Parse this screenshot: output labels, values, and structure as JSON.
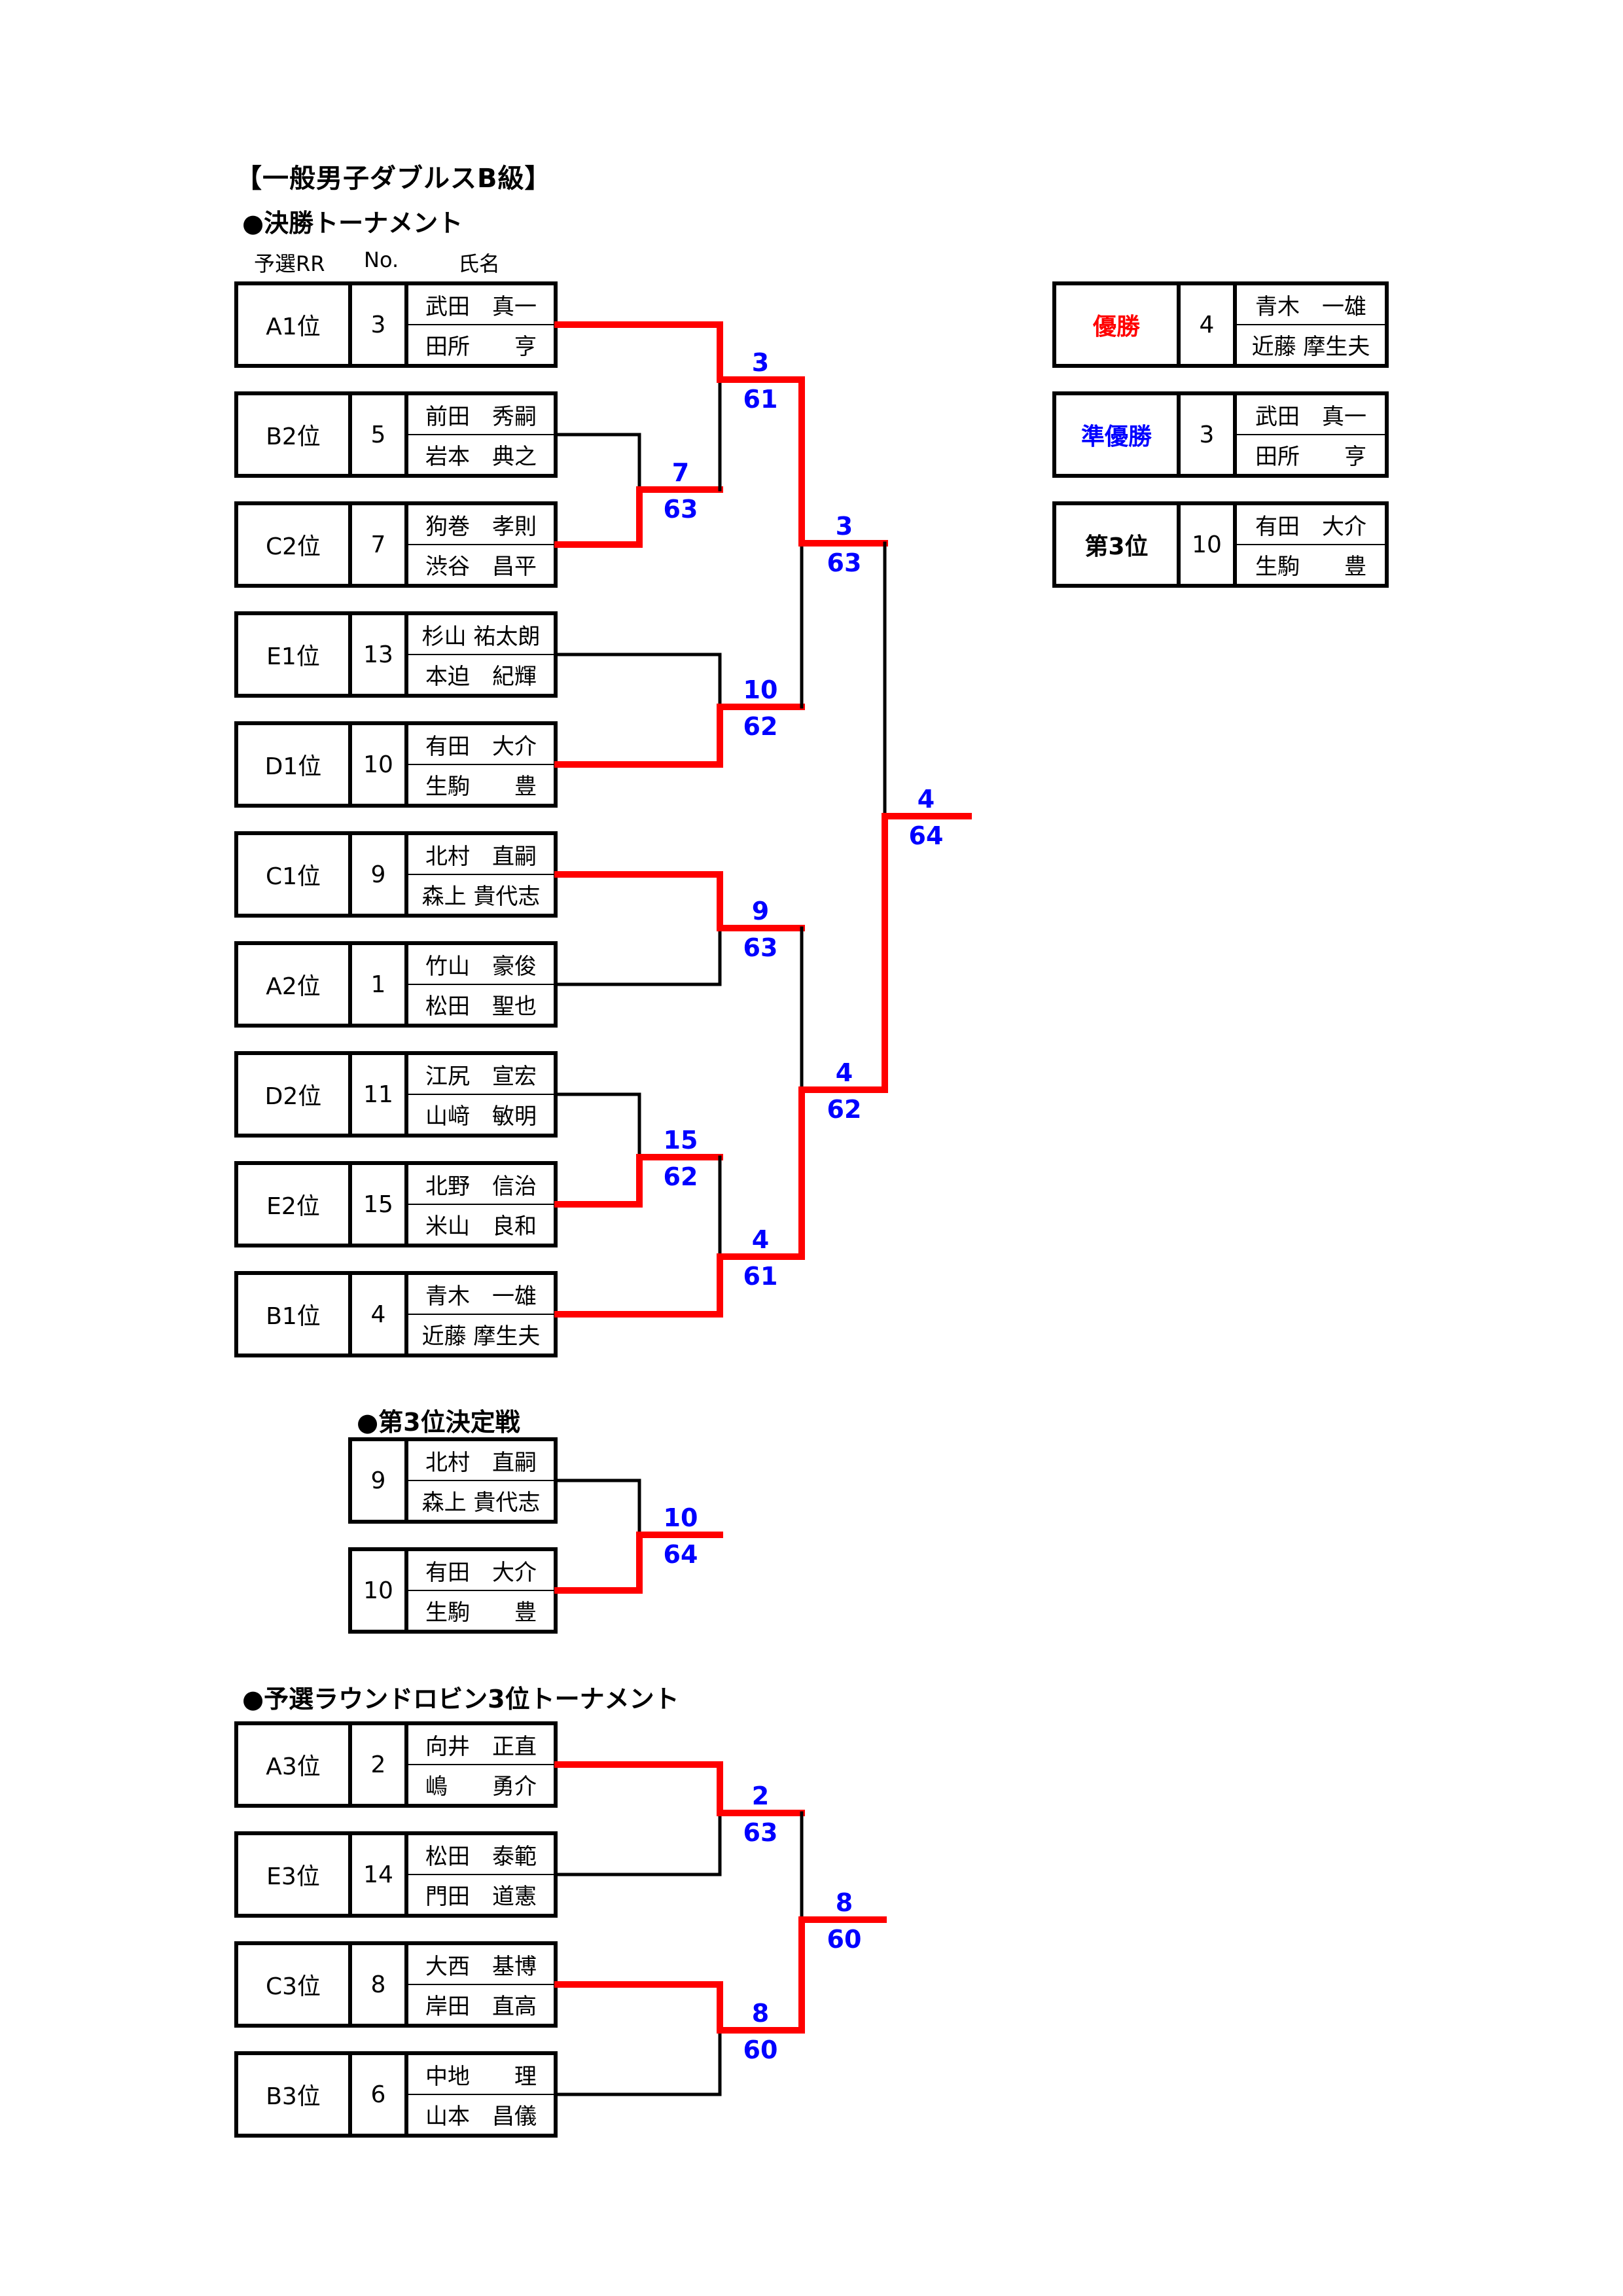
{
  "title": "【一般男子ダブルスB級】",
  "main_section": {
    "heading": "●決勝トーナメント",
    "col_headers": {
      "seed": "予選RR",
      "no": "No.",
      "name": "氏名"
    },
    "entries": [
      {
        "seed": "A1位",
        "no": "3",
        "players": [
          "武田　真一",
          "田所　　亨"
        ]
      },
      {
        "seed": "B2位",
        "no": "5",
        "players": [
          "前田　秀嗣",
          "岩本　典之"
        ]
      },
      {
        "seed": "C2位",
        "no": "7",
        "players": [
          "狗巻　孝則",
          "渋谷　昌平"
        ]
      },
      {
        "seed": "E1位",
        "no": "13",
        "players": [
          "杉山 祐太朗",
          "本迫　紀輝"
        ]
      },
      {
        "seed": "D1位",
        "no": "10",
        "players": [
          "有田　大介",
          "生駒　　豊"
        ]
      },
      {
        "seed": "C1位",
        "no": "9",
        "players": [
          "北村　直嗣",
          "森上 貴代志"
        ]
      },
      {
        "seed": "A2位",
        "no": "1",
        "players": [
          "竹山　豪俊",
          "松田　聖也"
        ]
      },
      {
        "seed": "D2位",
        "no": "11",
        "players": [
          "江尻　宣宏",
          "山﨑　敏明"
        ]
      },
      {
        "seed": "E2位",
        "no": "15",
        "players": [
          "北野　信治",
          "米山　良和"
        ]
      },
      {
        "seed": "B1位",
        "no": "4",
        "players": [
          "青木　一雄",
          "近藤 摩生夫"
        ]
      }
    ],
    "matches": [
      {
        "round": 1,
        "winner": "7",
        "match_no": "63"
      },
      {
        "round": 1,
        "winner": "15",
        "match_no": "62"
      },
      {
        "round": 2,
        "winner": "3",
        "match_no": "61"
      },
      {
        "round": 2,
        "winner": "10",
        "match_no": "62"
      },
      {
        "round": 2,
        "winner": "9",
        "match_no": "63"
      },
      {
        "round": 2,
        "winner": "4",
        "match_no": "61"
      },
      {
        "round": 3,
        "winner": "3",
        "match_no": "63"
      },
      {
        "round": 3,
        "winner": "4",
        "match_no": "62"
      },
      {
        "round": 4,
        "winner": "4",
        "match_no": "64"
      }
    ]
  },
  "results": [
    {
      "label": "優勝",
      "color": "#ff0000",
      "no": "4",
      "players": [
        "青木　一雄",
        "近藤 摩生夫"
      ]
    },
    {
      "label": "準優勝",
      "color": "#0000ff",
      "no": "3",
      "players": [
        "武田　真一",
        "田所　　亨"
      ]
    },
    {
      "label": "第3位",
      "color": "#000000",
      "no": "10",
      "players": [
        "有田　大介",
        "生駒　　豊"
      ]
    }
  ],
  "third_place": {
    "heading": "●第3位決定戦",
    "entries": [
      {
        "no": "9",
        "players": [
          "北村　直嗣",
          "森上 貴代志"
        ]
      },
      {
        "no": "10",
        "players": [
          "有田　大介",
          "生駒　　豊"
        ]
      }
    ],
    "match": {
      "winner": "10",
      "match_no": "64"
    }
  },
  "rr3_section": {
    "heading": "●予選ラウンドロビン3位トーナメント",
    "entries": [
      {
        "seed": "A3位",
        "no": "2",
        "players": [
          "向井　正直",
          "嶋　　勇介"
        ]
      },
      {
        "seed": "E3位",
        "no": "14",
        "players": [
          "松田　泰範",
          "門田　道憲"
        ]
      },
      {
        "seed": "C3位",
        "no": "8",
        "players": [
          "大西　基博",
          "岸田　直高"
        ]
      },
      {
        "seed": "B3位",
        "no": "6",
        "players": [
          "中地　　理",
          "山本　昌儀"
        ]
      }
    ],
    "matches": [
      {
        "winner": "2",
        "match_no": "63"
      },
      {
        "winner": "8",
        "match_no": "60"
      },
      {
        "winner": "8",
        "match_no": "60"
      }
    ]
  },
  "colors": {
    "winner_line": "#ff0000",
    "score_text": "#0000ff",
    "line": "#000000"
  }
}
